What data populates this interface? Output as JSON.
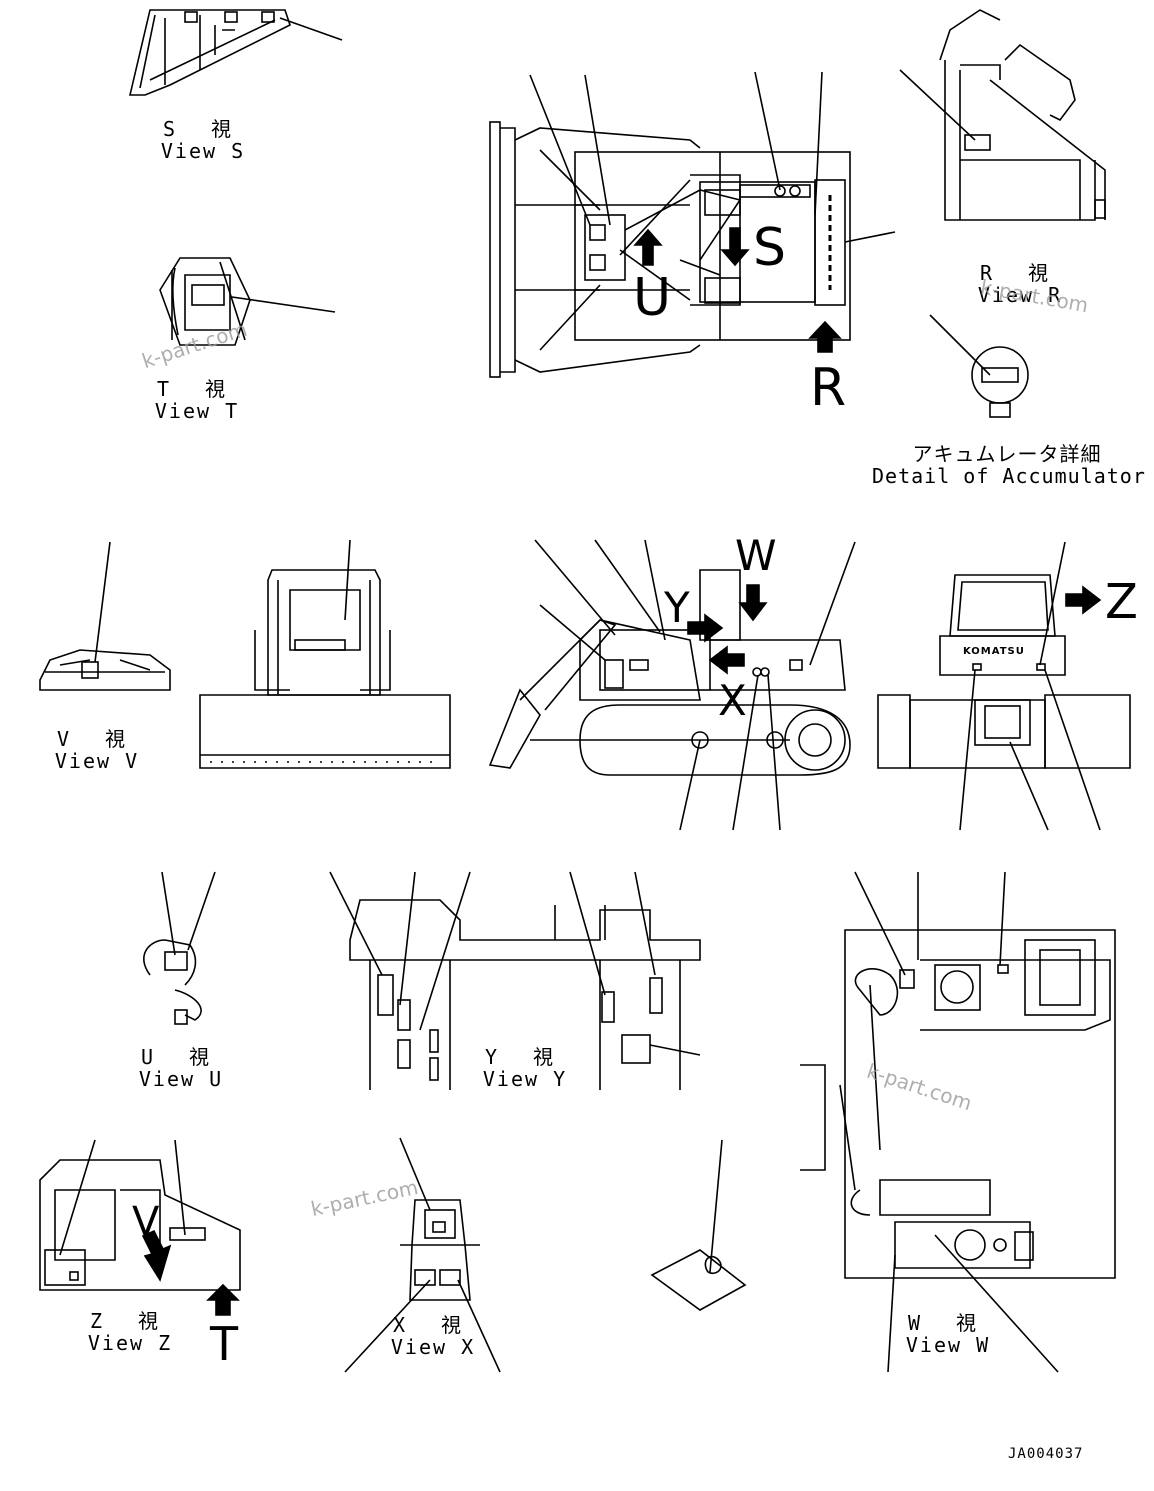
{
  "views": {
    "s": {
      "jp": "S 視",
      "en": "View S"
    },
    "t": {
      "jp": "T 視",
      "en": "View T"
    },
    "r": {
      "jp": "R 視",
      "en": "View R"
    },
    "v": {
      "jp": "V 視",
      "en": "View V"
    },
    "u": {
      "jp": "U 視",
      "en": "View U"
    },
    "y": {
      "jp": "Y 視",
      "en": "View Y"
    },
    "z": {
      "jp": "Z 視",
      "en": "View Z"
    },
    "x": {
      "jp": "X 視",
      "en": "View X"
    },
    "w": {
      "jp": "W 視",
      "en": "View W"
    }
  },
  "accumulator": {
    "jp": "アキュムレータ詳細",
    "en": "Detail of Accumulator"
  },
  "arrow_letters": {
    "s": "S",
    "u": "U",
    "r": "R",
    "w": "W",
    "y": "Y",
    "x": "X",
    "z": "Z",
    "t": "T",
    "v": "V"
  },
  "brand_text": "KOMATSU",
  "watermark": "k-part.com",
  "drawing_code": "JA004037"
}
